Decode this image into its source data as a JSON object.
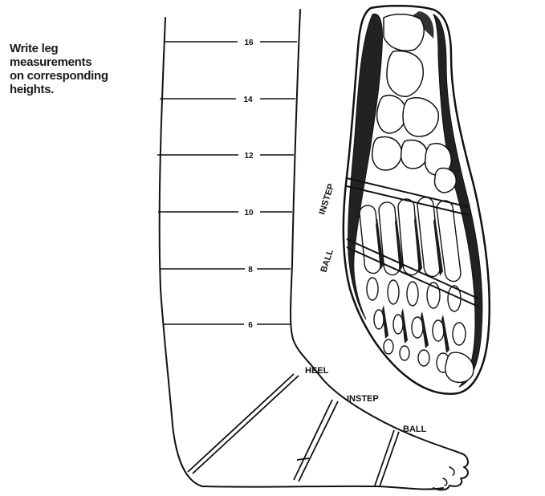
{
  "instruction": {
    "lines": [
      "Write leg",
      "measurements",
      "on corresponding",
      "heights."
    ]
  },
  "height_marks": [
    "16",
    "14",
    "12",
    "10",
    "8",
    "6"
  ],
  "leg_labels": {
    "heel": "HEEL",
    "instep": "INSTEP",
    "ball": "BALL"
  },
  "sole_labels": {
    "instep": "INSTEP",
    "ball": "BALL"
  }
}
